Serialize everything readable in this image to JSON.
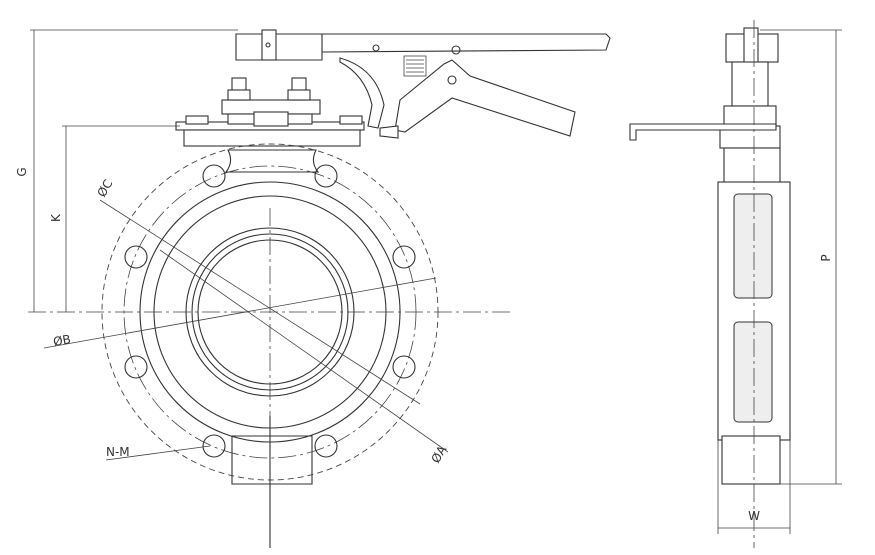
{
  "labels": {
    "G": "G",
    "K": "K",
    "C": "ØC",
    "B": "ØB",
    "A": "ØA",
    "NM": "N-M",
    "P": "P",
    "W": "W"
  },
  "colors": {
    "line": "#333333",
    "background": "#ffffff"
  }
}
